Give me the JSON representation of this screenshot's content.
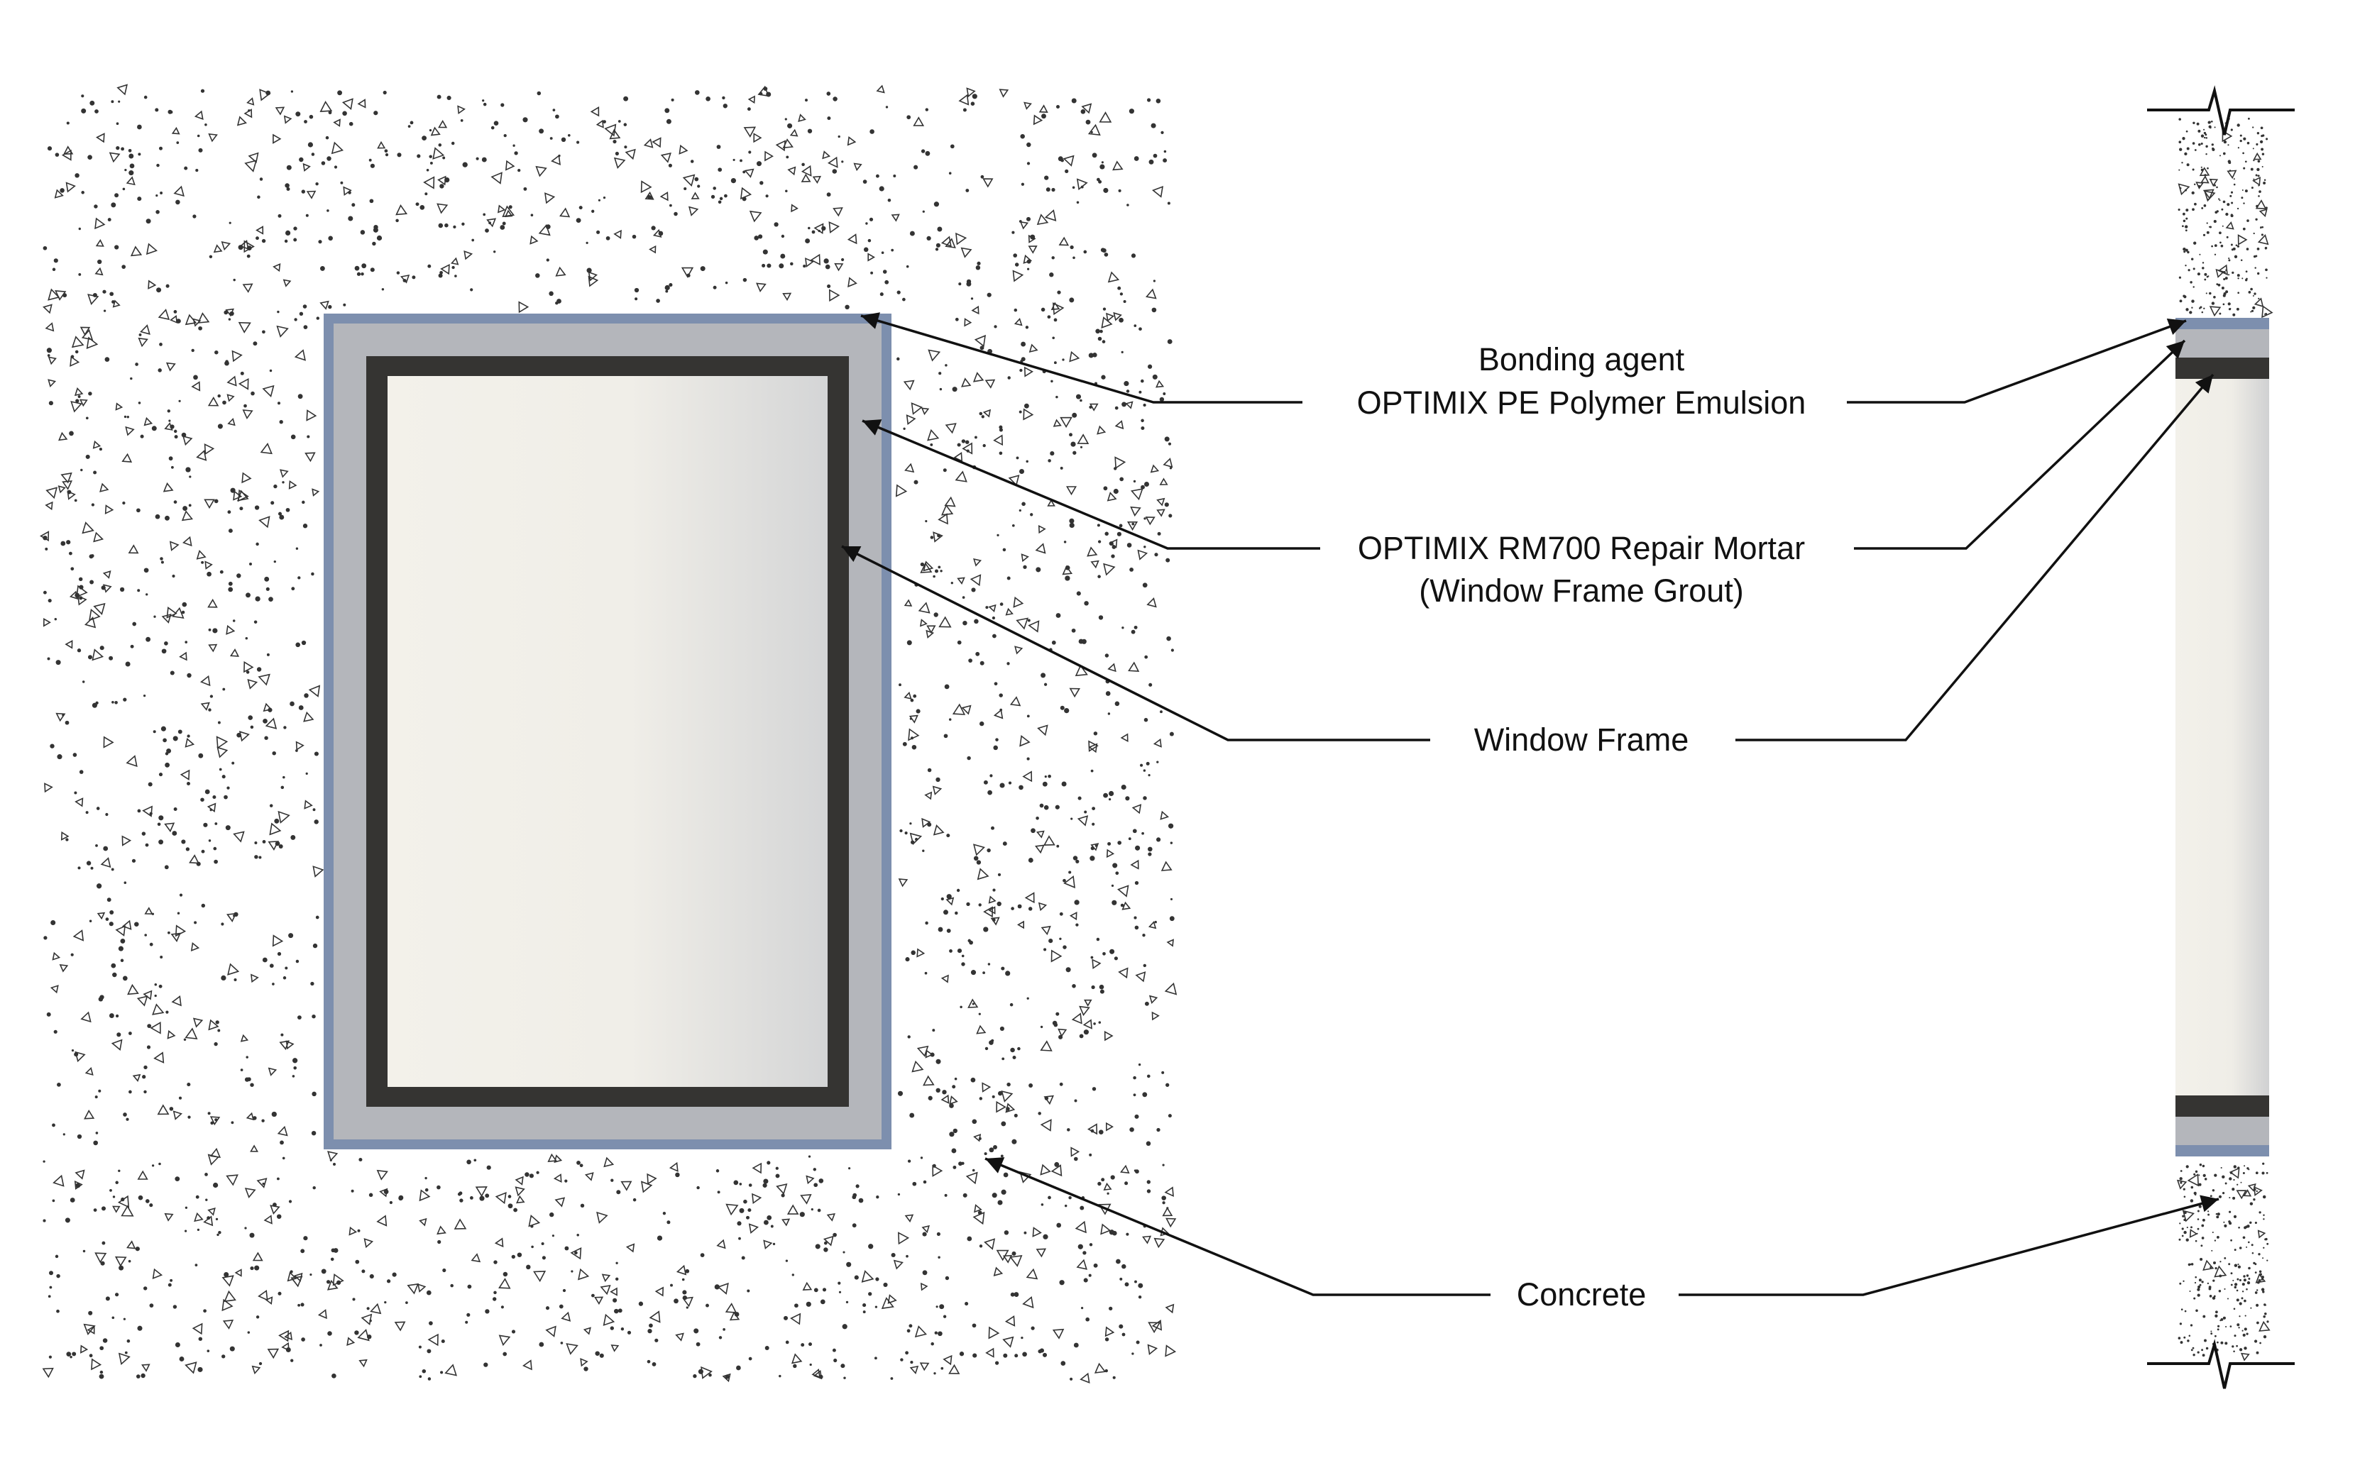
{
  "labels": {
    "bonding_line1": "Bonding agent",
    "bonding_line2": "OPTIMIX PE Polymer Emulsion",
    "mortar_line1": "OPTIMIX RM700 Repair Mortar",
    "mortar_line2": "(Window Frame Grout)",
    "window_frame": "Window Frame",
    "concrete": "Concrete"
  },
  "colors": {
    "bonding_agent": "#7d8fae",
    "repair_mortar": "#b4b6bb",
    "window_frame": "#353432",
    "glass_light": "#f3f1ea",
    "glass_shade": "#d6d7d7",
    "concrete_speckle": "#333333"
  }
}
